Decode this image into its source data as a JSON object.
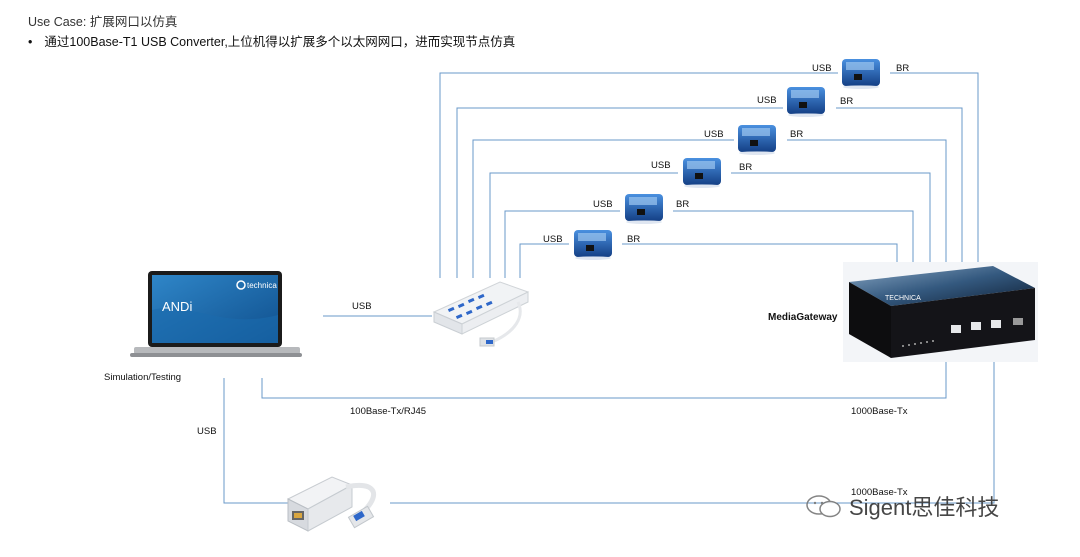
{
  "header": {
    "title": "Use Case: 扩展网口以仿真",
    "bullet": "通过100Base-T1 USB Converter,上位机得以扩展多个以太网网口，进而实现节点仿真"
  },
  "labels": {
    "usb": "USB",
    "br": "BR",
    "hub_usb": "USB",
    "media_gateway": "MediaGateway",
    "sim_testing": "Simulation/Testing",
    "left_usb": "USB",
    "base_tx_rj45": "100Base-Tx/RJ45",
    "base_tx_1000": "1000Base-Tx",
    "base_tx_1000_bottom": "1000Base-Tx"
  },
  "laptop": {
    "screen_text": "ANDi",
    "brand": "technica"
  },
  "gateway": {
    "brand": "TECHNICA"
  },
  "watermark": {
    "text": "Sigent思佳科技"
  },
  "colors": {
    "line": "#5b8ec4",
    "device_blue": "#1e5fb4"
  }
}
